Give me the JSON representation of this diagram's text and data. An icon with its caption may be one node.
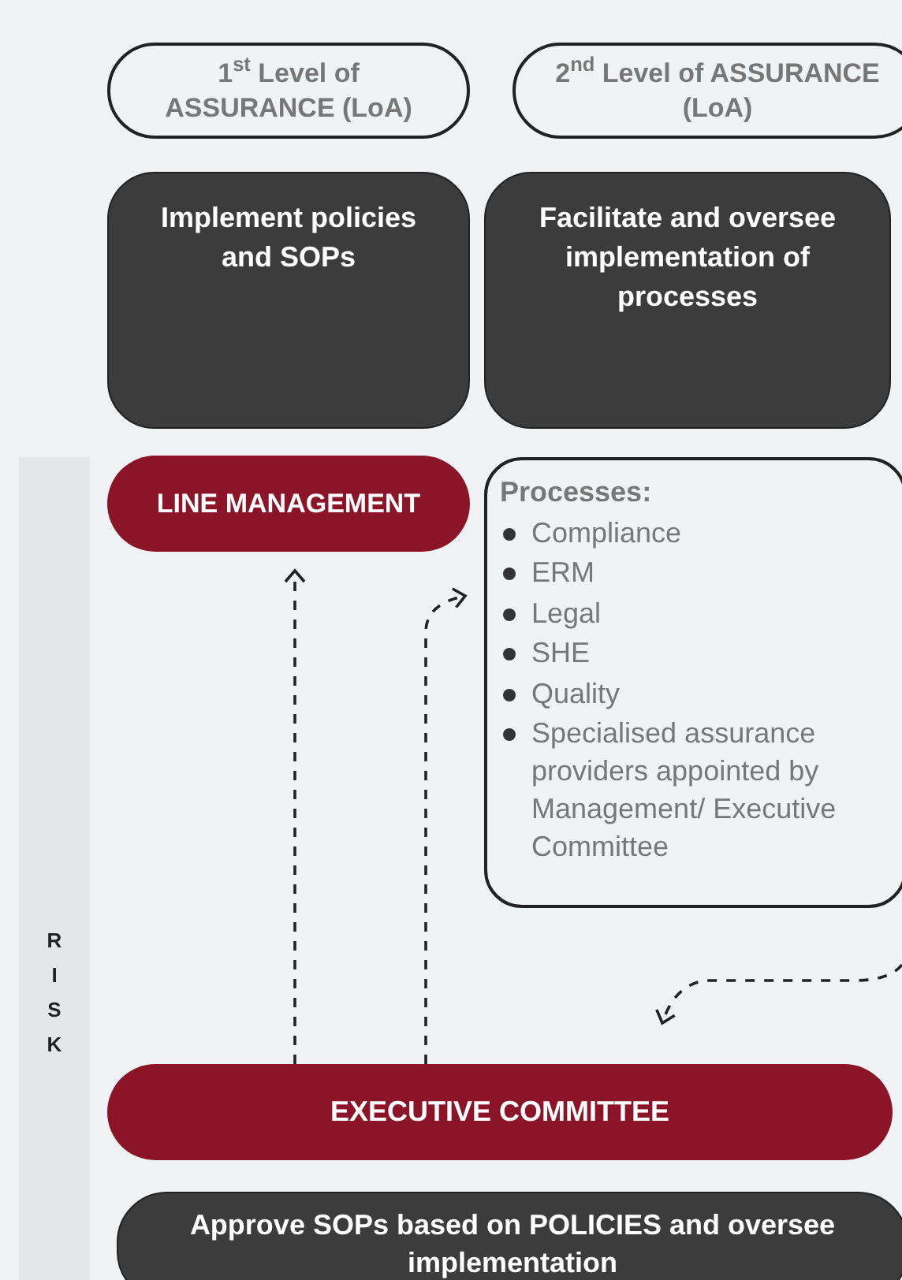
{
  "diagram": {
    "nodes": [
      {
        "text": [
          "1$^{st}$ Level of ASSURANCE (LoA)"
        ]
      },
      {
        "text": [
          "2$^{nd}$ Level of ASSURANCE (LoA)"
        ]
      },
      {
        "text": [
          "Implement policies and SOPs"
        ]
      },
      {
        "text": [
          "Facilitate and oversee implementation of processes"
        ]
      },
      {
        "text": [
          "RISK"
        ]
      },
      {
        "text": [
          "LINE MANAGEMENT"
        ]
      },
      {
        "text": [
          "Processes:",
          "Compliance",
          "ERM",
          "Legal",
          "SHE",
          "Quality",
          "Specialised assurance providers appointed by Management/ Executive Committee"
        ]
      },
      {
        "text": [
          "EXECUTIVE COMMITTEE"
        ]
      },
      {
        "text": [
          "Approve SOPs based on POLICIES and oversee implementation"
        ]
      }
    ],
    "edges": [
      {
        "from": 7,
        "to": 5,
        "arrow": "to",
        "style": "dashed"
      },
      {
        "from": 7,
        "to": 6,
        "arrow": "to",
        "style": "dashed"
      },
      {
        "from": null,
        "to": 7,
        "arrow": "to",
        "style": "dashed"
      }
    ]
  }
}
